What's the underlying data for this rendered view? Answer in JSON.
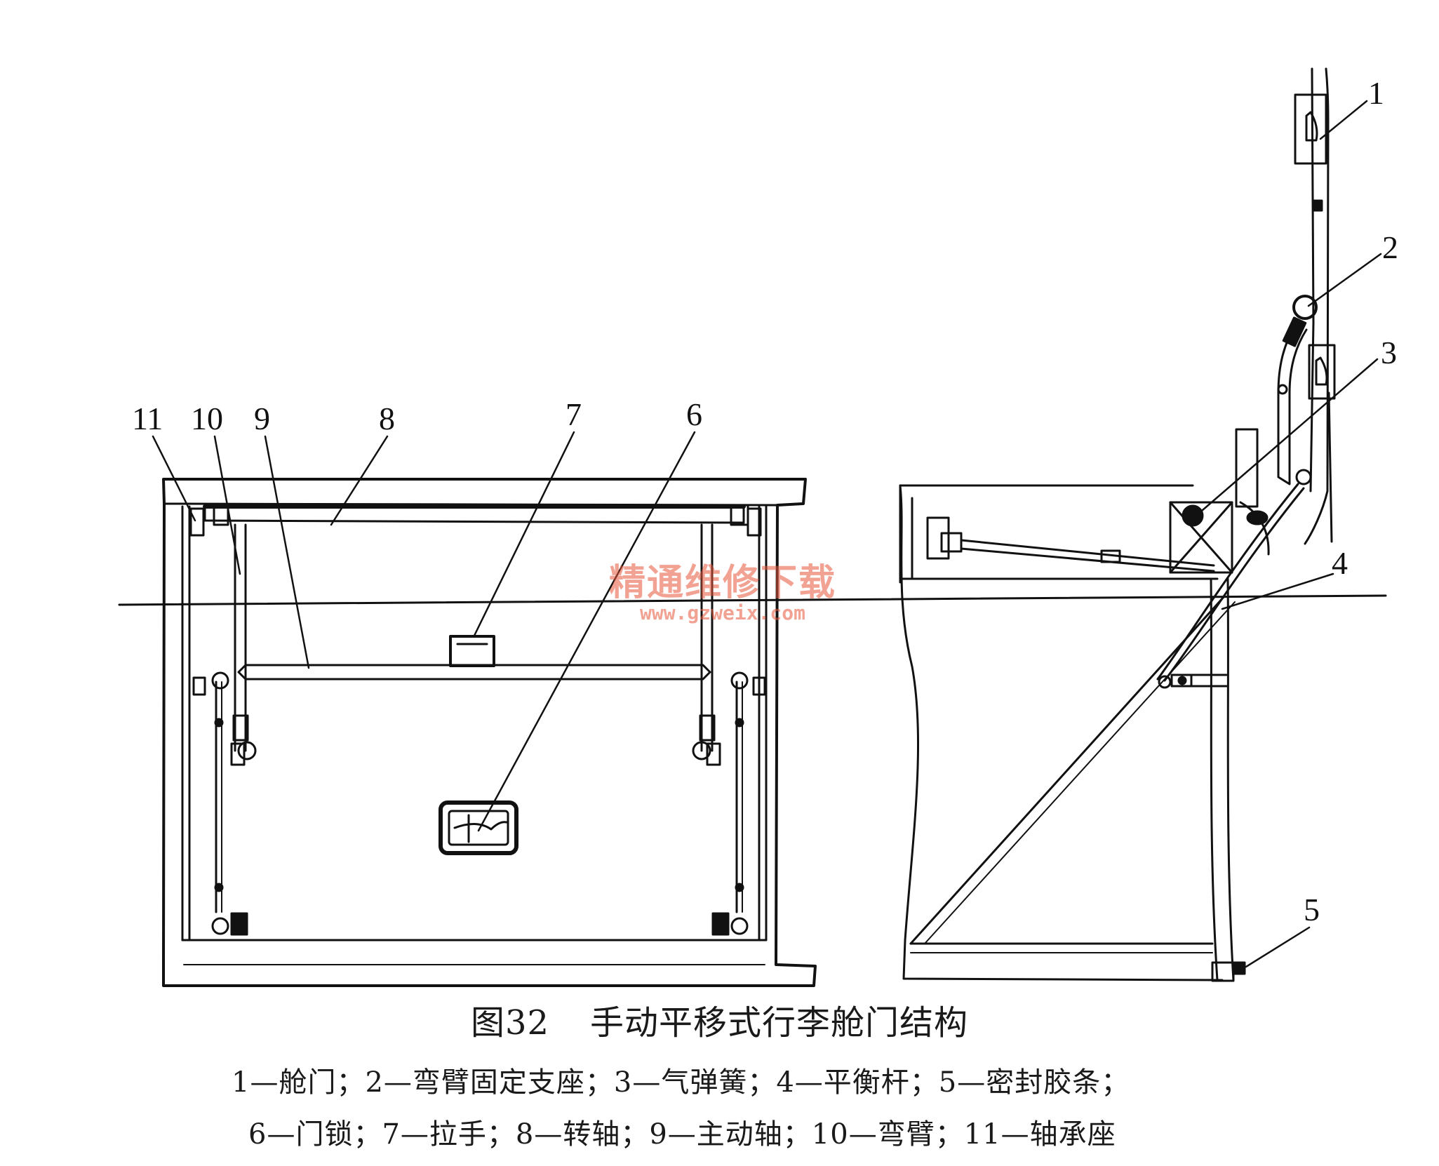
{
  "figure": {
    "number": "图32",
    "title": "手动平移式行李舱门结构"
  },
  "callouts": [
    "1",
    "2",
    "3",
    "4",
    "5",
    "6",
    "7",
    "8",
    "9",
    "10",
    "11"
  ],
  "legend": {
    "line1": "1—舱门；2—弯臂固定支座；3—气弹簧；4—平衡杆；5—密封胶条；",
    "line2": "6—门锁；7—拉手；8—转轴；9—主动轴；10—弯臂；11—轴承座"
  },
  "watermark": {
    "text": "精通维修下载",
    "url": "www.gzweix.com"
  },
  "colors": {
    "line": "#111111",
    "watermark": "#e8573a",
    "background": "#ffffff"
  }
}
